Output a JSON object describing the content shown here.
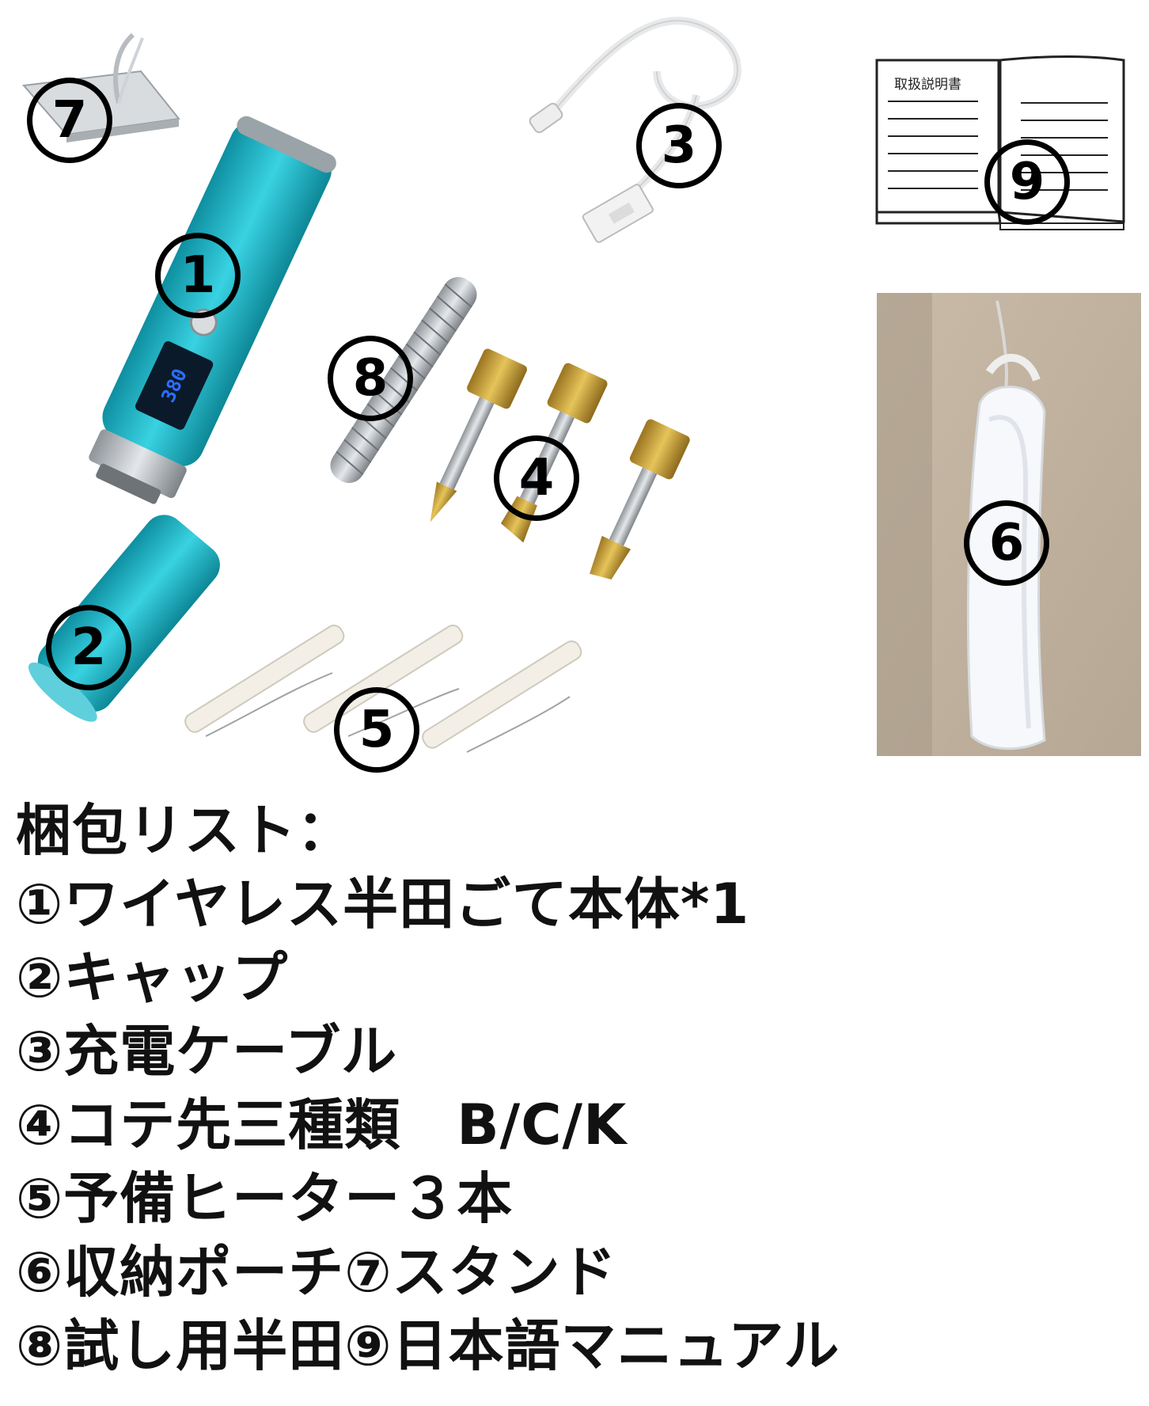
{
  "figure": {
    "badges": {
      "n1": "1",
      "n2": "2",
      "n3": "3",
      "n4": "4",
      "n5": "5",
      "n6": "6",
      "n7": "7",
      "n8": "8",
      "n9": "9"
    },
    "manual_cover_title": "取扱説明書",
    "display_reading": "380",
    "colors": {
      "body_teal": "#1fbfd0",
      "tip_brass": "#c9a13a",
      "pouch_bg": "#cbbfae"
    }
  },
  "packing_list": {
    "title": "梱包リスト：",
    "items": [
      "①ワイヤレス半田ごて本体*1",
      "②キャップ",
      "③充電ケーブル",
      "④コテ先三種類　B/C/K",
      "⑤予備ヒーター３本",
      "⑥収納ポーチ⑦スタンド",
      "⑧試し用半田⑨日本語マニュアル"
    ]
  }
}
